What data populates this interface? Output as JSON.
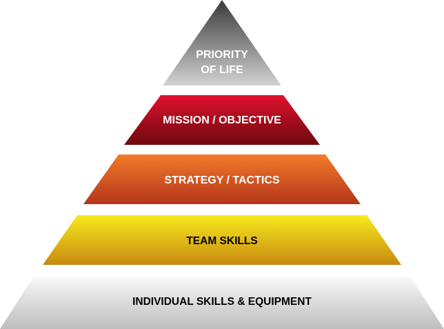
{
  "pyramid": {
    "tiers": [
      {
        "lines": [
          "PRIORITY",
          "OF LIFE"
        ],
        "colors": {
          "top": "#3a3a3a",
          "bottom": "#d2d2d2",
          "text": "#ffffff"
        }
      },
      {
        "lines": [
          "MISSION / OBJECTIVE"
        ],
        "colors": {
          "top": "#e0102e",
          "bottom": "#6e0a0e",
          "text": "#ffffff"
        }
      },
      {
        "lines": [
          "STRATEGY / TACTICS"
        ],
        "colors": {
          "top": "#f47a2a",
          "bottom": "#b3361a",
          "text": "#ffffff"
        }
      },
      {
        "lines": [
          "TEAM SKILLS"
        ],
        "colors": {
          "top": "#f7ea1e",
          "bottom": "#c88a10",
          "text": "#000000"
        }
      },
      {
        "lines": [
          "INDIVIDUAL SKILLS & EQUIPMENT"
        ],
        "colors": {
          "top": "#f8f8f8",
          "bottom": "#bdbdbd",
          "text": "#000000"
        }
      }
    ]
  }
}
